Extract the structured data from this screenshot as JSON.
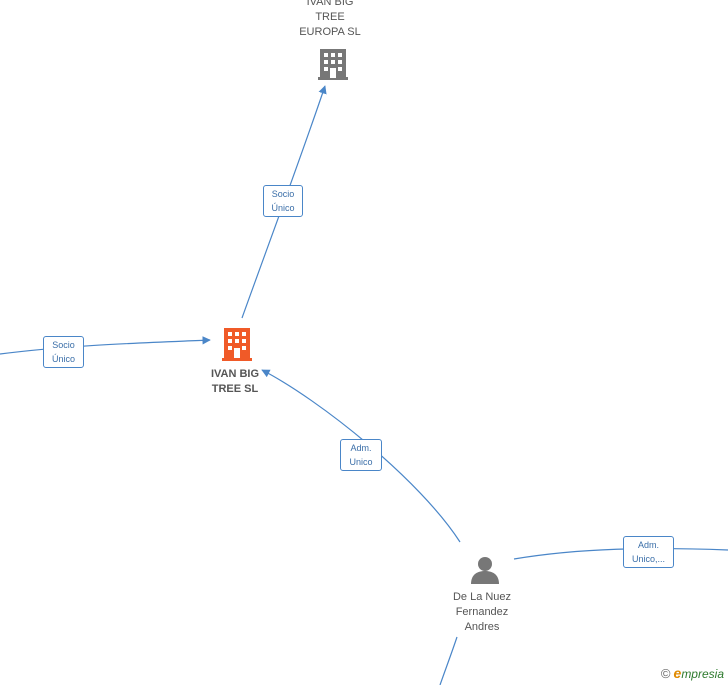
{
  "nodes": {
    "europa": {
      "label_lines": [
        "IVAN BIG",
        "TREE",
        "EUROPA  SL"
      ],
      "icon": "building-icon",
      "color": "#777777"
    },
    "main": {
      "label_lines": [
        "IVAN BIG",
        "TREE  SL"
      ],
      "icon": "building-icon",
      "color": "#f05a28"
    },
    "person": {
      "label_lines": [
        "De La Nuez",
        "Fernandez",
        "Andres"
      ],
      "icon": "person-icon",
      "color": "#777777"
    }
  },
  "edges": {
    "main_to_europa": {
      "lines": [
        "Socio",
        "Único"
      ]
    },
    "left_to_main": {
      "lines": [
        "Socio",
        "Único"
      ]
    },
    "person_to_main": {
      "lines": [
        "Adm.",
        "Unico"
      ]
    },
    "person_to_right": {
      "lines": [
        "Adm.",
        "Unico,..."
      ]
    }
  },
  "colors": {
    "edge": "#4a86c8",
    "accent": "#f05a28"
  },
  "brand": {
    "copyright": "©",
    "initial": "e",
    "rest": "mpresia"
  }
}
